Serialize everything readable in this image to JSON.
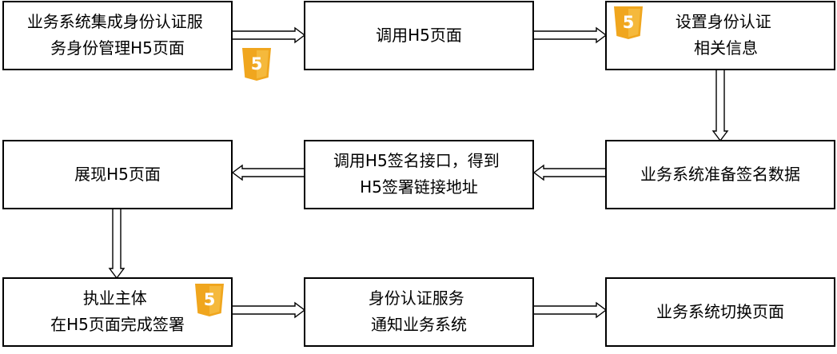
{
  "nodes": {
    "start": {
      "lines": [
        "业务系统集成身份认证服",
        "务身份管理H5页面"
      ]
    },
    "call_h5": {
      "lines": [
        "调用H5页面"
      ]
    },
    "set_auth": {
      "lines": [
        "设置身份认证",
        "相关信息"
      ]
    },
    "prepare_sign": {
      "lines": [
        "业务系统准备签名数据"
      ]
    },
    "call_sign_api": {
      "lines": [
        "调用H5签名接口，得到",
        "H5签署链接地址"
      ]
    },
    "show_h5": {
      "lines": [
        "展现H5页面"
      ]
    },
    "sign": {
      "lines": [
        "执业主体",
        "在H5页面完成签署"
      ]
    },
    "notify": {
      "lines": [
        "身份认证服务",
        "通知业务系统"
      ]
    },
    "switch_page": {
      "lines": [
        "业务系统切换页面"
      ]
    }
  },
  "badges": {
    "glyph": "5",
    "icon": "html5-icon",
    "color": "#f0a61e"
  }
}
